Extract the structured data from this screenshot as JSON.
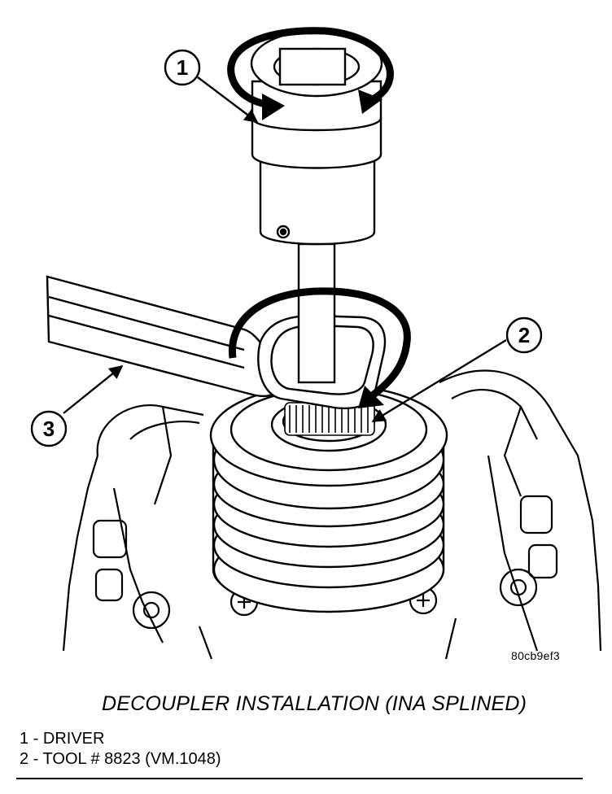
{
  "figure": {
    "ref_code": "80cb9ef3",
    "callouts": [
      {
        "num": "1"
      },
      {
        "num": "2"
      },
      {
        "num": "3"
      }
    ]
  },
  "caption": "DECOUPLER INSTALLATION (INA SPLINED)",
  "legend": [
    "1 - DRIVER",
    "2 - TOOL # 8823 (VM.1048)"
  ]
}
